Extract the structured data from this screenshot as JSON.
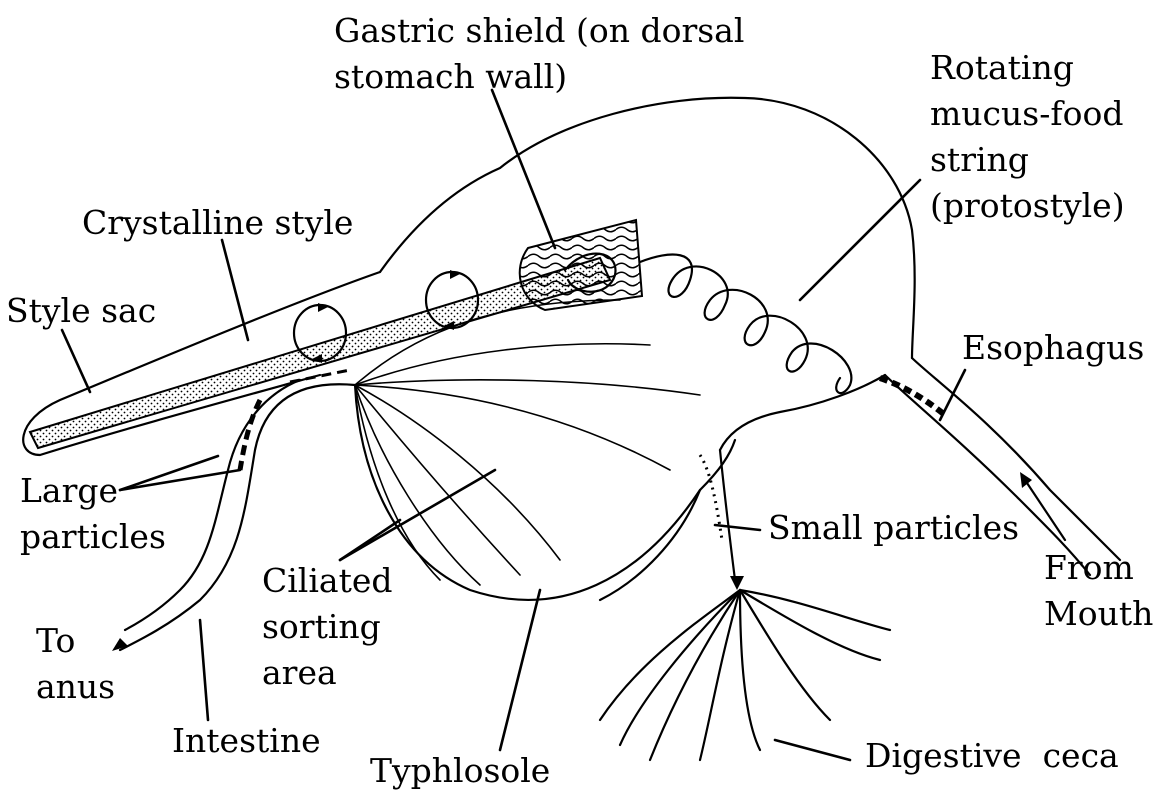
{
  "labels": {
    "gastric_shield": [
      "Gastric shield (on dorsal",
      "stomach wall)"
    ],
    "rotating_string": [
      "Rotating",
      "mucus-food",
      "string",
      "(protostyle)"
    ],
    "crystalline_style": "Crystalline style",
    "style_sac": "Style sac",
    "esophagus": "Esophagus",
    "large_particles": [
      "Large",
      "particles"
    ],
    "small_particles": "Small particles",
    "ciliated_sorting_area": [
      "Ciliated",
      "sorting",
      "area"
    ],
    "from_mouth": [
      "From",
      "Mouth"
    ],
    "to_anus": [
      "To",
      "anus"
    ],
    "intestine": "Intestine",
    "typhlosole": "Typhlosole",
    "digestive_ceca": "Digestive  ceca"
  }
}
